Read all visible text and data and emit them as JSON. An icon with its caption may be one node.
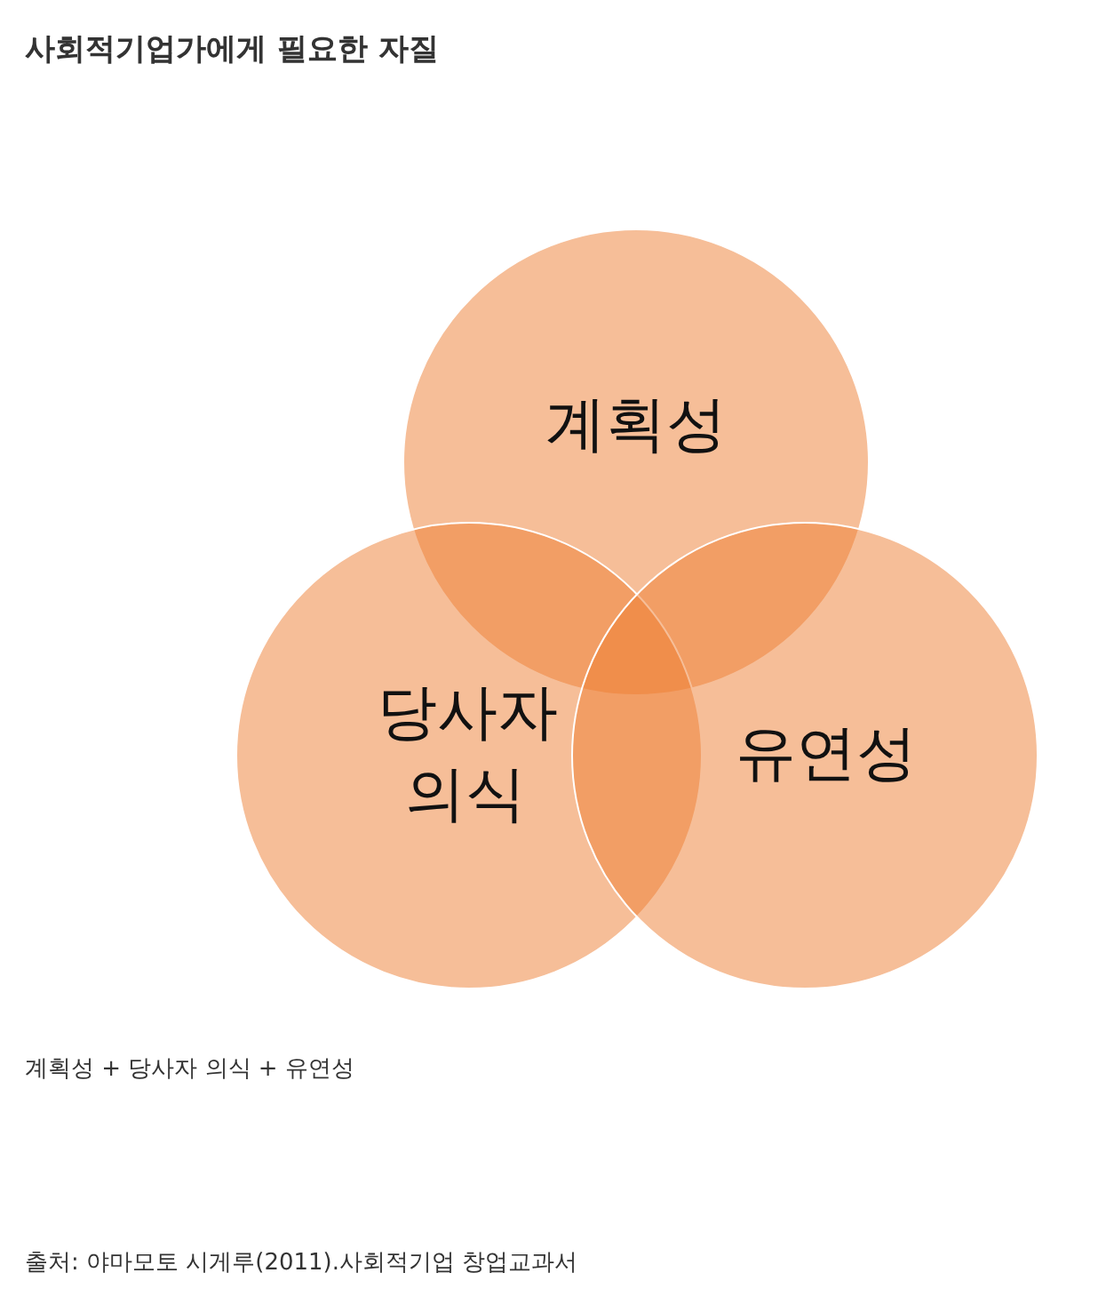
{
  "diagram": {
    "title": "사회적기업가에게 필요한 자질",
    "nodes": [
      {
        "text": [
          "계획성"
        ]
      },
      {
        "text": [
          "당사자 의식"
        ]
      },
      {
        "text": [
          "유연성"
        ]
      }
    ],
    "labels": [
      "계획성 + 당사자 의식 + 유연성"
    ],
    "caption": "출처: 야마모토 시게루(2011).사회적기업 창업교과서"
  }
}
